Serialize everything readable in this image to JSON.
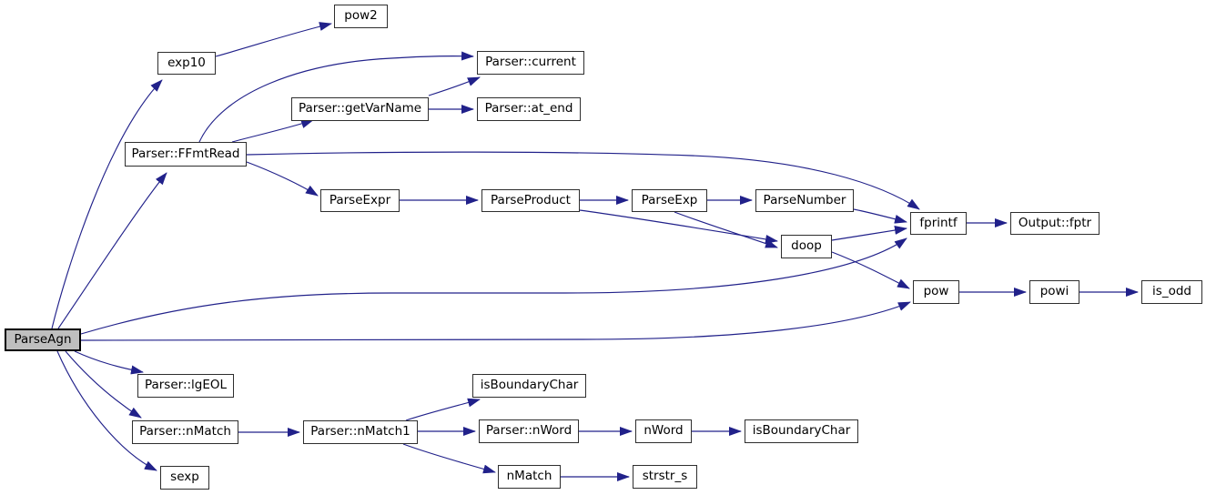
{
  "diagram": {
    "type": "call-graph",
    "colors": {
      "background": "#ffffff",
      "edge": "#21218a",
      "node_fill": "#ffffff",
      "node_border": "#2e2e2e",
      "node_text": "#000000",
      "highlight_fill": "#bfbfbf",
      "highlight_border": "#000000"
    },
    "nodes": [
      {
        "id": "ParseAgn",
        "label": "ParseAgn",
        "highlighted": true
      },
      {
        "id": "pow2",
        "label": "pow2",
        "highlighted": false
      },
      {
        "id": "exp10",
        "label": "exp10",
        "highlighted": false
      },
      {
        "id": "Parser::current",
        "label": "Parser::current",
        "highlighted": false
      },
      {
        "id": "Parser::getVarName",
        "label": "Parser::getVarName",
        "highlighted": false
      },
      {
        "id": "Parser::at_end",
        "label": "Parser::at_end",
        "highlighted": false
      },
      {
        "id": "Parser::FFmtRead",
        "label": "Parser::FFmtRead",
        "highlighted": false
      },
      {
        "id": "ParseExpr",
        "label": "ParseExpr",
        "highlighted": false
      },
      {
        "id": "ParseProduct",
        "label": "ParseProduct",
        "highlighted": false
      },
      {
        "id": "ParseExp",
        "label": "ParseExp",
        "highlighted": false
      },
      {
        "id": "ParseNumber",
        "label": "ParseNumber",
        "highlighted": false
      },
      {
        "id": "fprintf",
        "label": "fprintf",
        "highlighted": false
      },
      {
        "id": "Output::fptr",
        "label": "Output::fptr",
        "highlighted": false
      },
      {
        "id": "doop",
        "label": "doop",
        "highlighted": false
      },
      {
        "id": "pow",
        "label": "pow",
        "highlighted": false
      },
      {
        "id": "powi",
        "label": "powi",
        "highlighted": false
      },
      {
        "id": "is_odd",
        "label": "is_odd",
        "highlighted": false
      },
      {
        "id": "Parser::lgEOL",
        "label": "Parser::lgEOL",
        "highlighted": false
      },
      {
        "id": "isBoundaryChar",
        "label": "isBoundaryChar",
        "highlighted": false
      },
      {
        "id": "Parser::nMatch",
        "label": "Parser::nMatch",
        "highlighted": false
      },
      {
        "id": "Parser::nMatch1",
        "label": "Parser::nMatch1",
        "highlighted": false
      },
      {
        "id": "Parser::nWord",
        "label": "Parser::nWord",
        "highlighted": false
      },
      {
        "id": "nWord",
        "label": "nWord",
        "highlighted": false
      },
      {
        "id": "isBoundaryChar2",
        "label": "isBoundaryChar",
        "highlighted": false
      },
      {
        "id": "sexp",
        "label": "sexp",
        "highlighted": false
      },
      {
        "id": "nMatch",
        "label": "nMatch",
        "highlighted": false
      },
      {
        "id": "strstr_s",
        "label": "strstr_s",
        "highlighted": false
      }
    ],
    "edges": [
      {
        "from": "ParseAgn",
        "to": "exp10"
      },
      {
        "from": "ParseAgn",
        "to": "Parser::FFmtRead"
      },
      {
        "from": "ParseAgn",
        "to": "fprintf"
      },
      {
        "from": "ParseAgn",
        "to": "pow"
      },
      {
        "from": "ParseAgn",
        "to": "Parser::lgEOL"
      },
      {
        "from": "ParseAgn",
        "to": "Parser::nMatch"
      },
      {
        "from": "ParseAgn",
        "to": "sexp"
      },
      {
        "from": "exp10",
        "to": "pow2"
      },
      {
        "from": "Parser::FFmtRead",
        "to": "Parser::current"
      },
      {
        "from": "Parser::FFmtRead",
        "to": "Parser::getVarName"
      },
      {
        "from": "Parser::FFmtRead",
        "to": "ParseExpr"
      },
      {
        "from": "Parser::FFmtRead",
        "to": "fprintf"
      },
      {
        "from": "Parser::getVarName",
        "to": "Parser::current"
      },
      {
        "from": "Parser::getVarName",
        "to": "Parser::at_end"
      },
      {
        "from": "ParseExpr",
        "to": "ParseProduct"
      },
      {
        "from": "ParseProduct",
        "to": "ParseExp"
      },
      {
        "from": "ParseProduct",
        "to": "doop"
      },
      {
        "from": "ParseExp",
        "to": "ParseNumber"
      },
      {
        "from": "ParseExp",
        "to": "doop"
      },
      {
        "from": "ParseNumber",
        "to": "fprintf"
      },
      {
        "from": "doop",
        "to": "fprintf"
      },
      {
        "from": "doop",
        "to": "pow"
      },
      {
        "from": "fprintf",
        "to": "Output::fptr"
      },
      {
        "from": "pow",
        "to": "powi"
      },
      {
        "from": "powi",
        "to": "is_odd"
      },
      {
        "from": "Parser::nMatch",
        "to": "Parser::nMatch1"
      },
      {
        "from": "Parser::nMatch1",
        "to": "isBoundaryChar"
      },
      {
        "from": "Parser::nMatch1",
        "to": "Parser::nWord"
      },
      {
        "from": "Parser::nMatch1",
        "to": "nMatch"
      },
      {
        "from": "Parser::nWord",
        "to": "nWord"
      },
      {
        "from": "nWord",
        "to": "isBoundaryChar2"
      },
      {
        "from": "nMatch",
        "to": "strstr_s"
      }
    ]
  }
}
